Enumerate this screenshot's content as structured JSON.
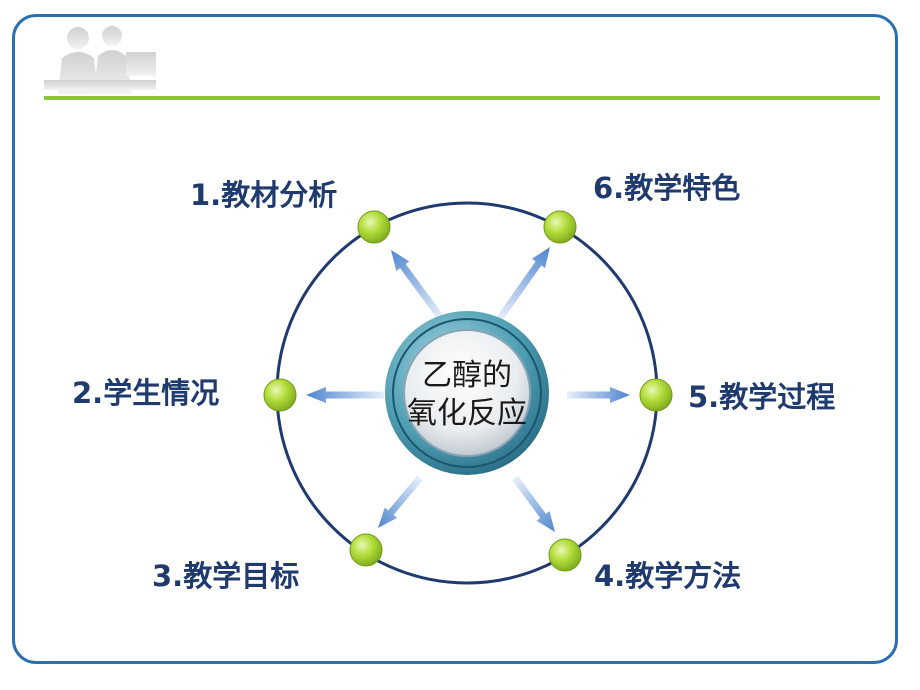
{
  "center": {
    "line1": "乙醇的",
    "line2": "氧化反应"
  },
  "topics": [
    {
      "label": "1.教材分析"
    },
    {
      "label": "2.学生情况"
    },
    {
      "label": "3.教学目标"
    },
    {
      "label": "4.教学方法"
    },
    {
      "label": "5.教学过程"
    },
    {
      "label": "6.教学特色"
    }
  ],
  "colors": {
    "frame": "#2a6fb0",
    "accent_line": "#8cc63f",
    "ring": "#1f3a6e",
    "node": "#9acd32",
    "arrow": "#5b8fd0",
    "label": "#1f3a6e"
  }
}
